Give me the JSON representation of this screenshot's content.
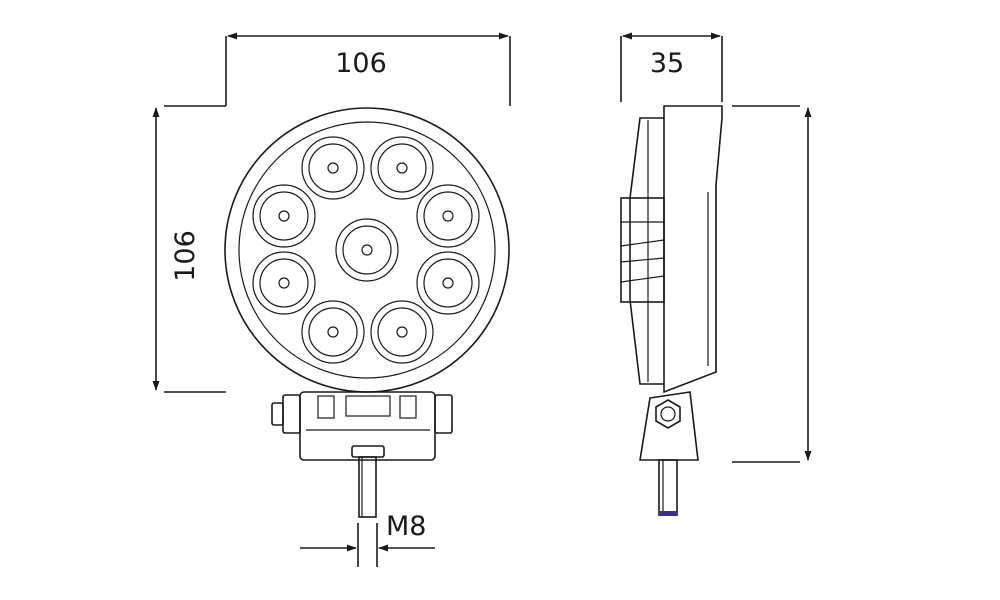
{
  "dimensions": {
    "front_width": "106",
    "front_height": "106",
    "side_depth": "35",
    "bolt_thread": "M8"
  },
  "colors": {
    "line": "#1a1a1a",
    "bolt_tip": "#3a2f8a",
    "background": "#ffffff"
  },
  "front_view": {
    "led_count": 9
  }
}
